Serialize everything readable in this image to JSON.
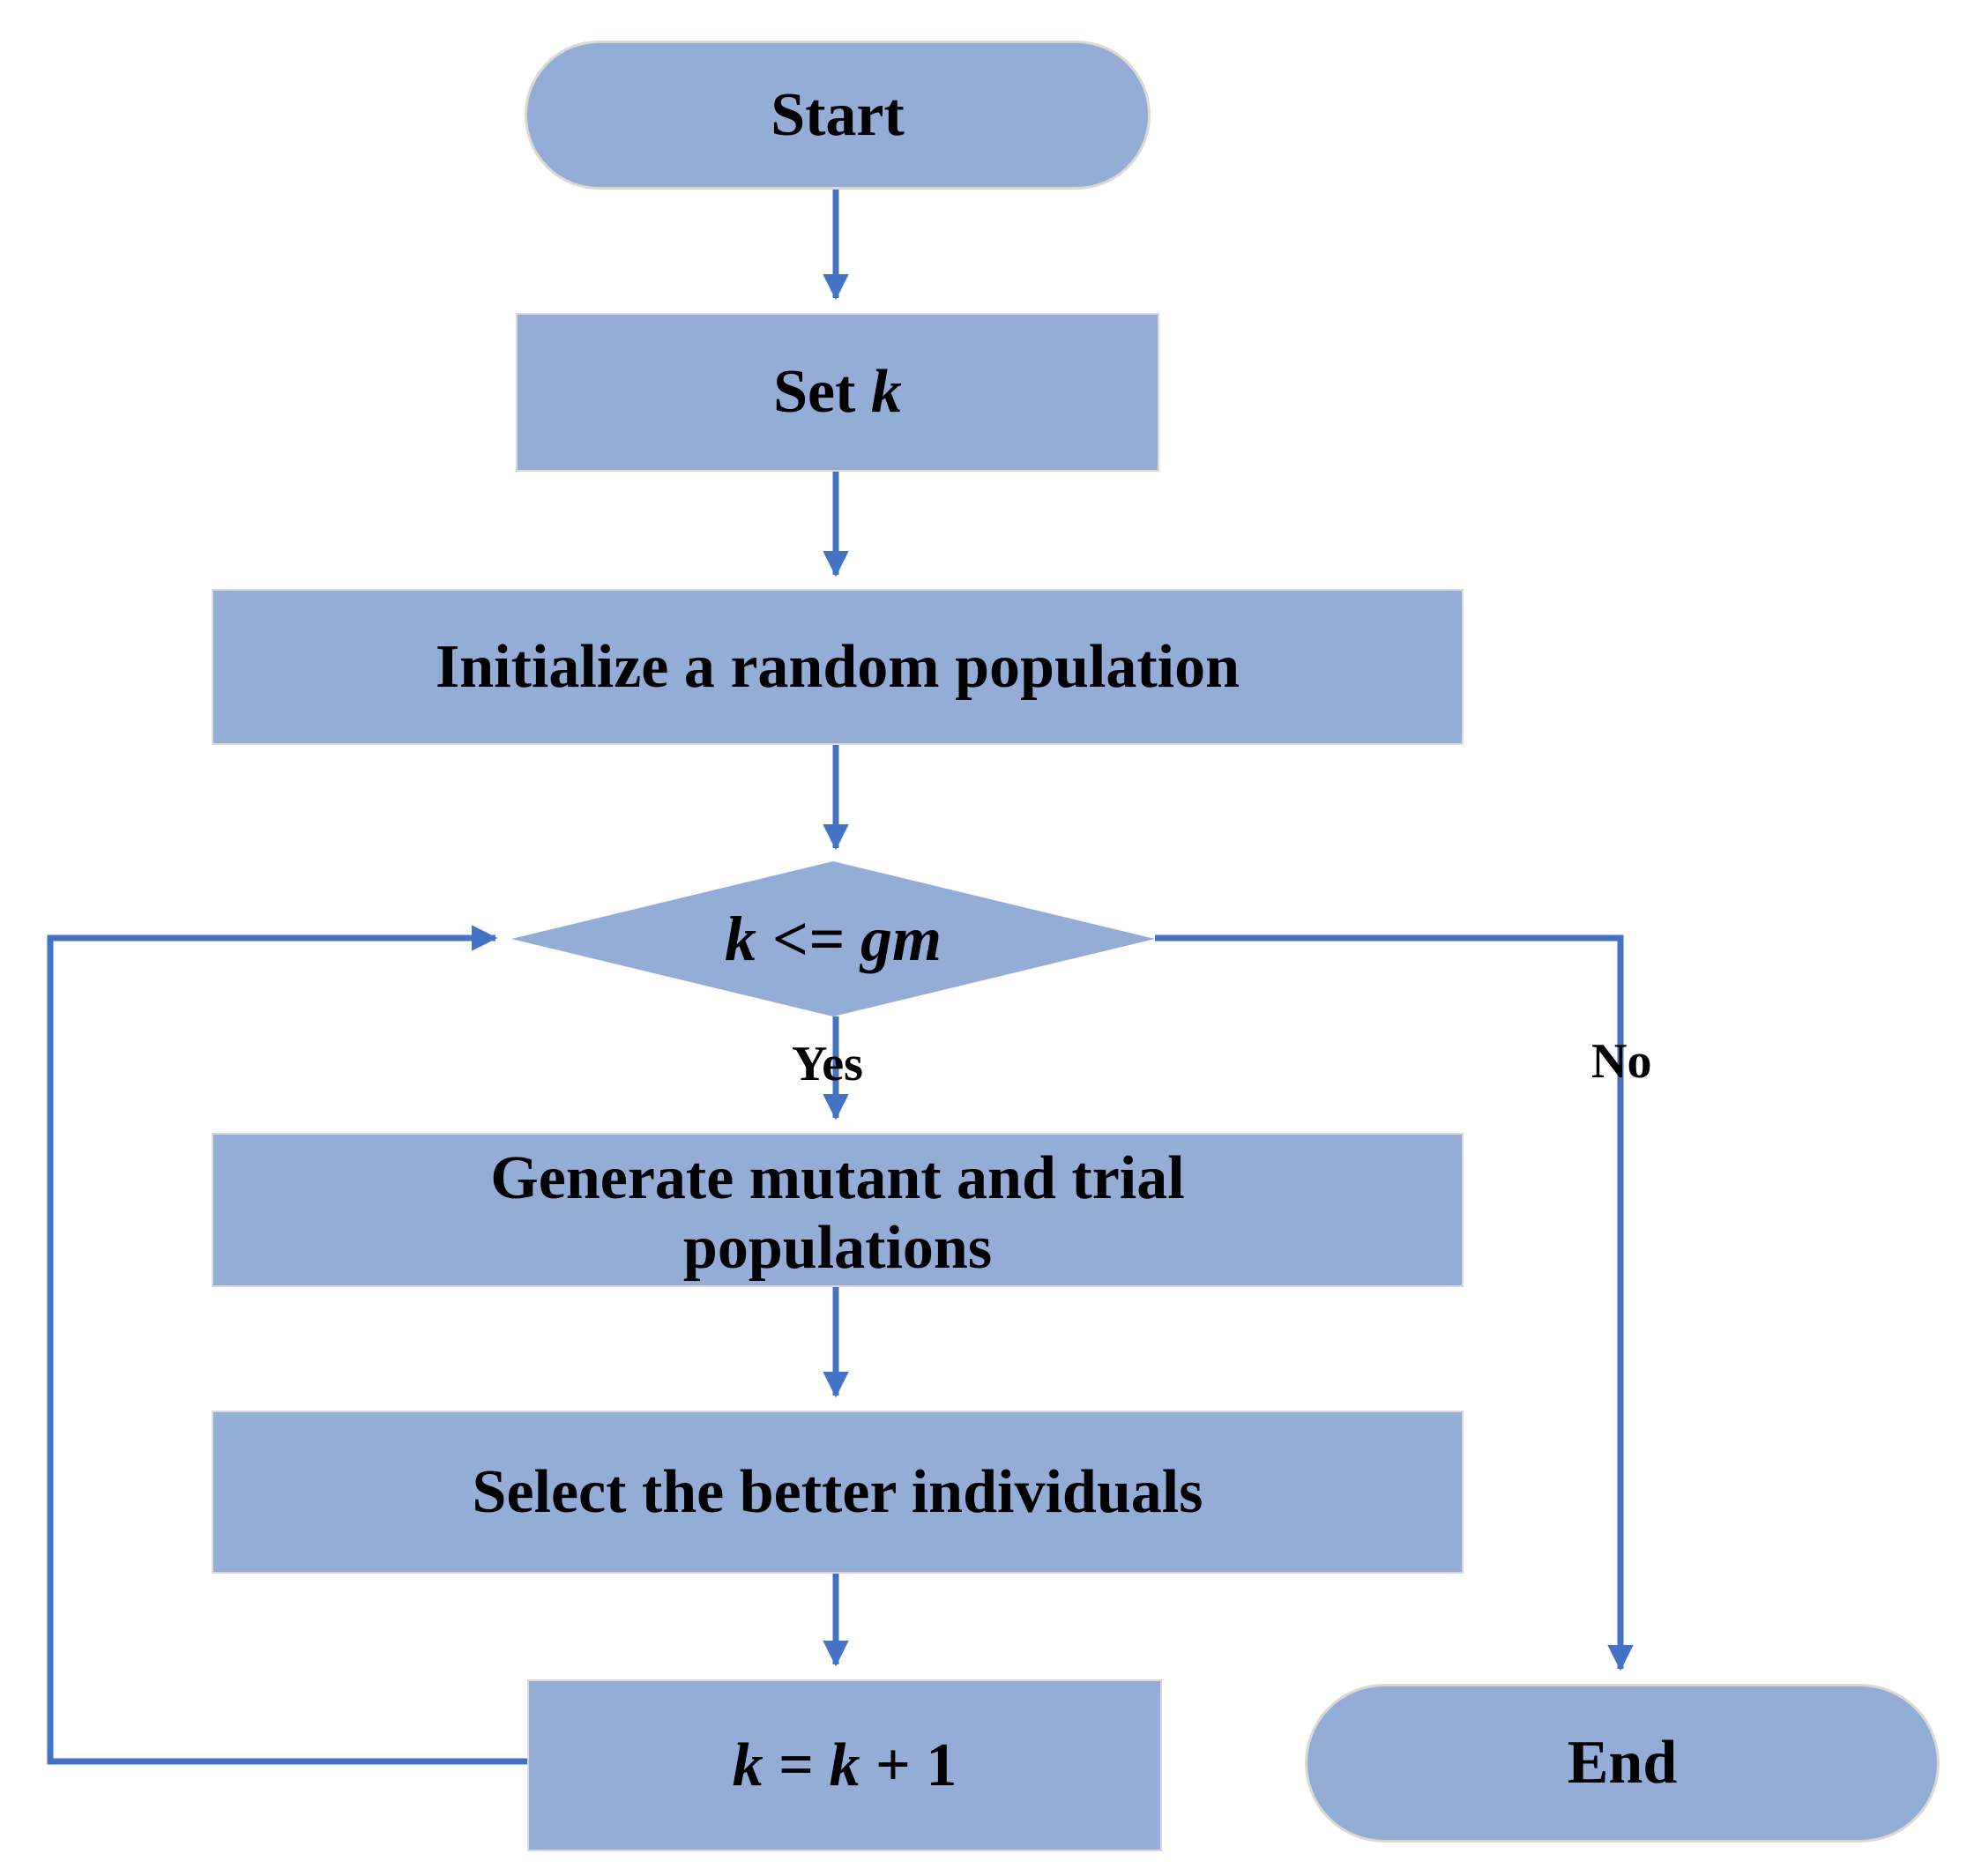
{
  "diagram": {
    "title": "Differential Evolution algorithm flowchart",
    "type": "flowchart",
    "colors": {
      "node_fill": "#94ADD7",
      "node_border": "#D9D9D9",
      "connector": "#4472C4",
      "text": "#000000",
      "background": "#FFFFFF"
    },
    "nodes": [
      {
        "id": "start",
        "shape": "stadium",
        "label": "Start"
      },
      {
        "id": "set_k",
        "shape": "rectangle",
        "label": "Set k",
        "label_parts": [
          "Set ",
          "k"
        ]
      },
      {
        "id": "init",
        "shape": "rectangle",
        "label": "Initialize a random population"
      },
      {
        "id": "decision",
        "shape": "diamond",
        "label": "k <= gm"
      },
      {
        "id": "generate",
        "shape": "rectangle",
        "label": "Generate mutant and trial\npopulations"
      },
      {
        "id": "select",
        "shape": "rectangle",
        "label": "Select the better individuals"
      },
      {
        "id": "increment",
        "shape": "rectangle",
        "label": "k = k + 1",
        "label_parts": [
          "k",
          " = ",
          "k",
          " + 1"
        ]
      },
      {
        "id": "end",
        "shape": "stadium",
        "label": "End"
      }
    ],
    "edges": [
      {
        "from": "start",
        "to": "set_k",
        "label": ""
      },
      {
        "from": "set_k",
        "to": "init",
        "label": ""
      },
      {
        "from": "init",
        "to": "decision",
        "label": ""
      },
      {
        "from": "decision",
        "to": "generate",
        "label": "Yes"
      },
      {
        "from": "decision",
        "to": "end",
        "label": "No"
      },
      {
        "from": "generate",
        "to": "select",
        "label": ""
      },
      {
        "from": "select",
        "to": "increment",
        "label": ""
      },
      {
        "from": "increment",
        "to": "decision",
        "label": ""
      }
    ],
    "edge_labels": {
      "yes": "Yes",
      "no": "No"
    }
  }
}
